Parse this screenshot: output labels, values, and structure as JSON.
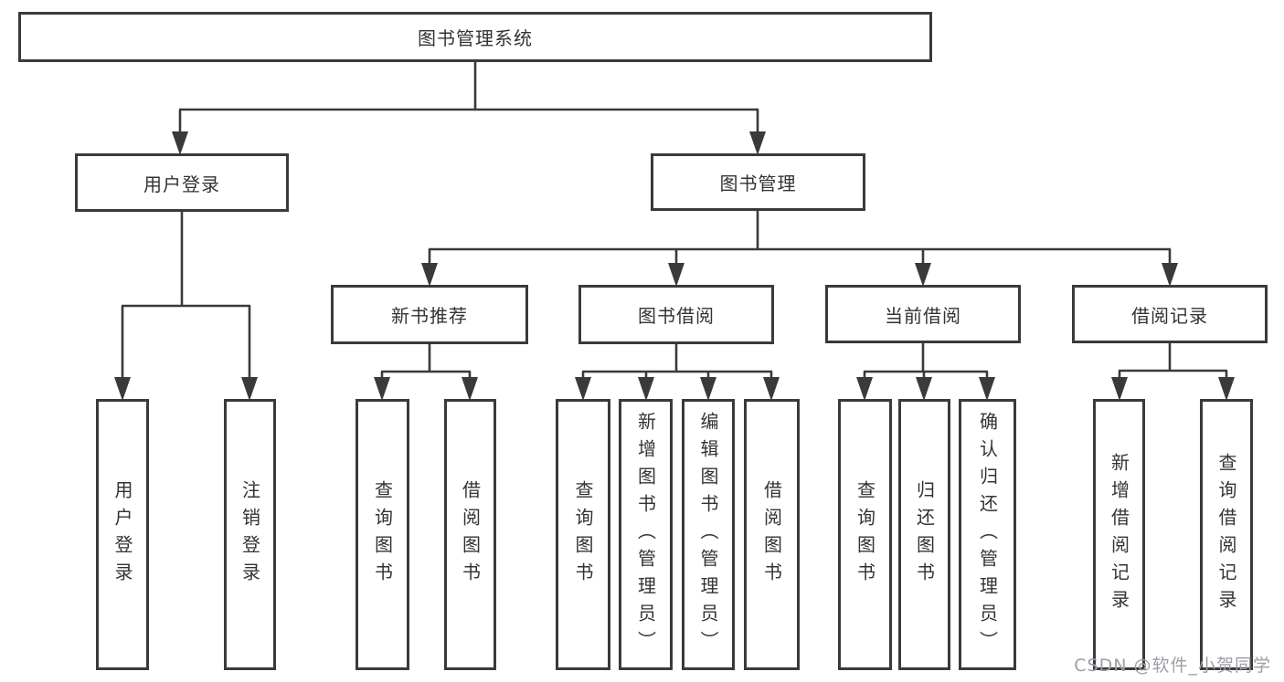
{
  "tree": {
    "root": {
      "label": "图书管理系统"
    },
    "children": [
      {
        "label": "用户登录",
        "children": [
          {
            "label": "用户登录"
          },
          {
            "label": "注销登录"
          }
        ]
      },
      {
        "label": "图书管理",
        "children": [
          {
            "label": "新书推荐",
            "children": [
              {
                "label": "查询图书"
              },
              {
                "label": "借阅图书"
              }
            ]
          },
          {
            "label": "图书借阅",
            "children": [
              {
                "label": "查询图书"
              },
              {
                "label": "新增图书（管理员）"
              },
              {
                "label": "编辑图书（管理员）"
              },
              {
                "label": "借阅图书"
              }
            ]
          },
          {
            "label": "当前借阅",
            "children": [
              {
                "label": "查询图书"
              },
              {
                "label": "归还图书"
              },
              {
                "label": "确认归还（管理员）"
              }
            ]
          },
          {
            "label": "借阅记录",
            "children": [
              {
                "label": "新增借阅记录"
              },
              {
                "label": "查询借阅记录"
              }
            ]
          }
        ]
      }
    ]
  },
  "watermark": {
    "text": "CSDN @软件_小贺同学"
  },
  "colors": {
    "line": "#3a3a3a",
    "text": "#333333",
    "watermark": "#9e9ea6",
    "background": "#ffffff"
  }
}
